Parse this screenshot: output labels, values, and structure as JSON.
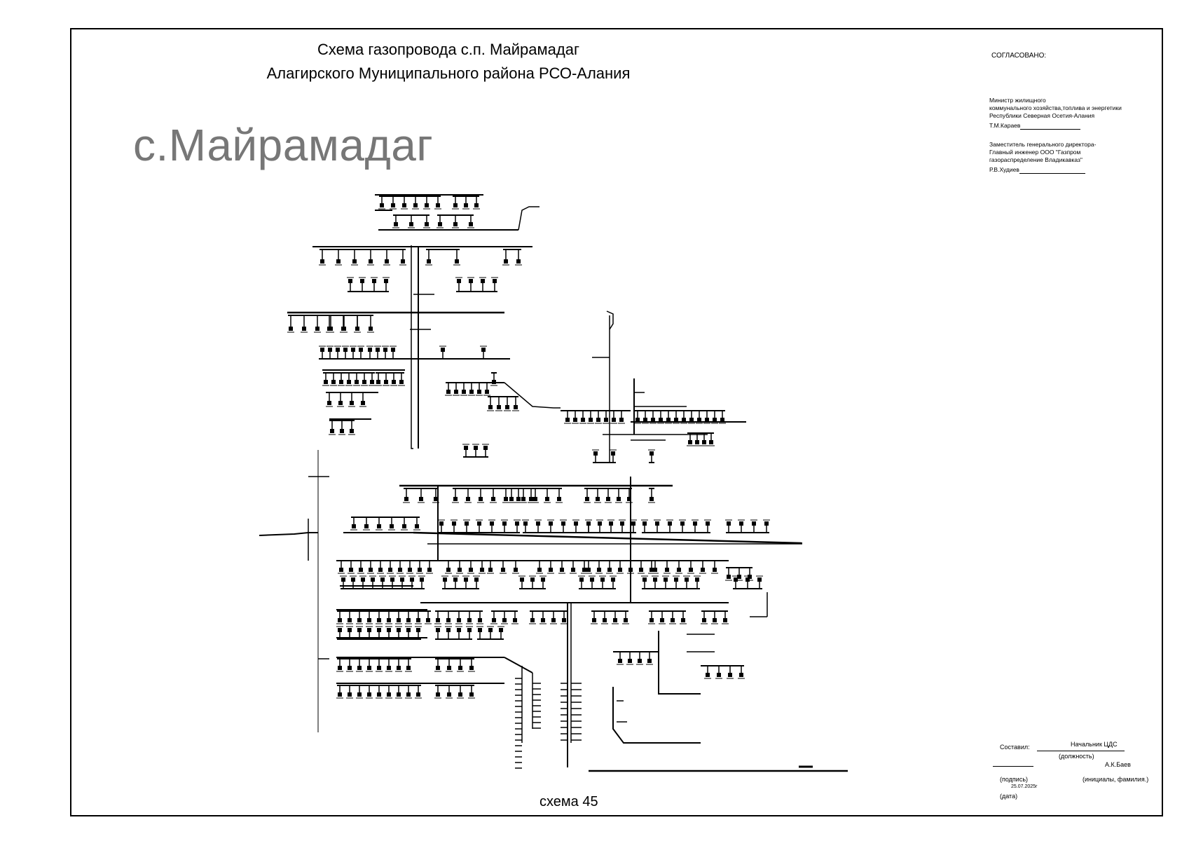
{
  "header": {
    "title_line1": "Схема газопровода с.п. Майрамадаг",
    "title_line2": "Алагирского  Муниципального района РСО-Алания",
    "village": "с.Майрамадаг"
  },
  "approval": {
    "heading": "СОГЛАСОВАНО:",
    "minister": {
      "line1": "Министр жилищного",
      "line2": "коммунального  хозяйства,топлива и энергетики",
      "line3": "Республики Северная Осетия-Алания",
      "signer": "Т.М.Караев"
    },
    "deputy": {
      "line1": "Заместитель генерального директора-",
      "line2": "Главный инженер  ООО \"Газпром",
      "line3": "газораспределение Владикавказ\"",
      "signer": "Р.В.Худиев"
    }
  },
  "compiled": {
    "label": "Составил:",
    "position": "Начальник ЦДС",
    "position_caption": "(должность)",
    "name": "А.К.Баев",
    "signature_caption": "(подпись)",
    "name_caption": "(инициалы, фамилия.)",
    "date": "25.07.2025г",
    "date_caption": "(дата)"
  },
  "footer": {
    "schema_number": "схема 45"
  },
  "colors": {
    "pipe": "#000000",
    "pipe_secondary": "#555555",
    "village_text": "#777777"
  }
}
